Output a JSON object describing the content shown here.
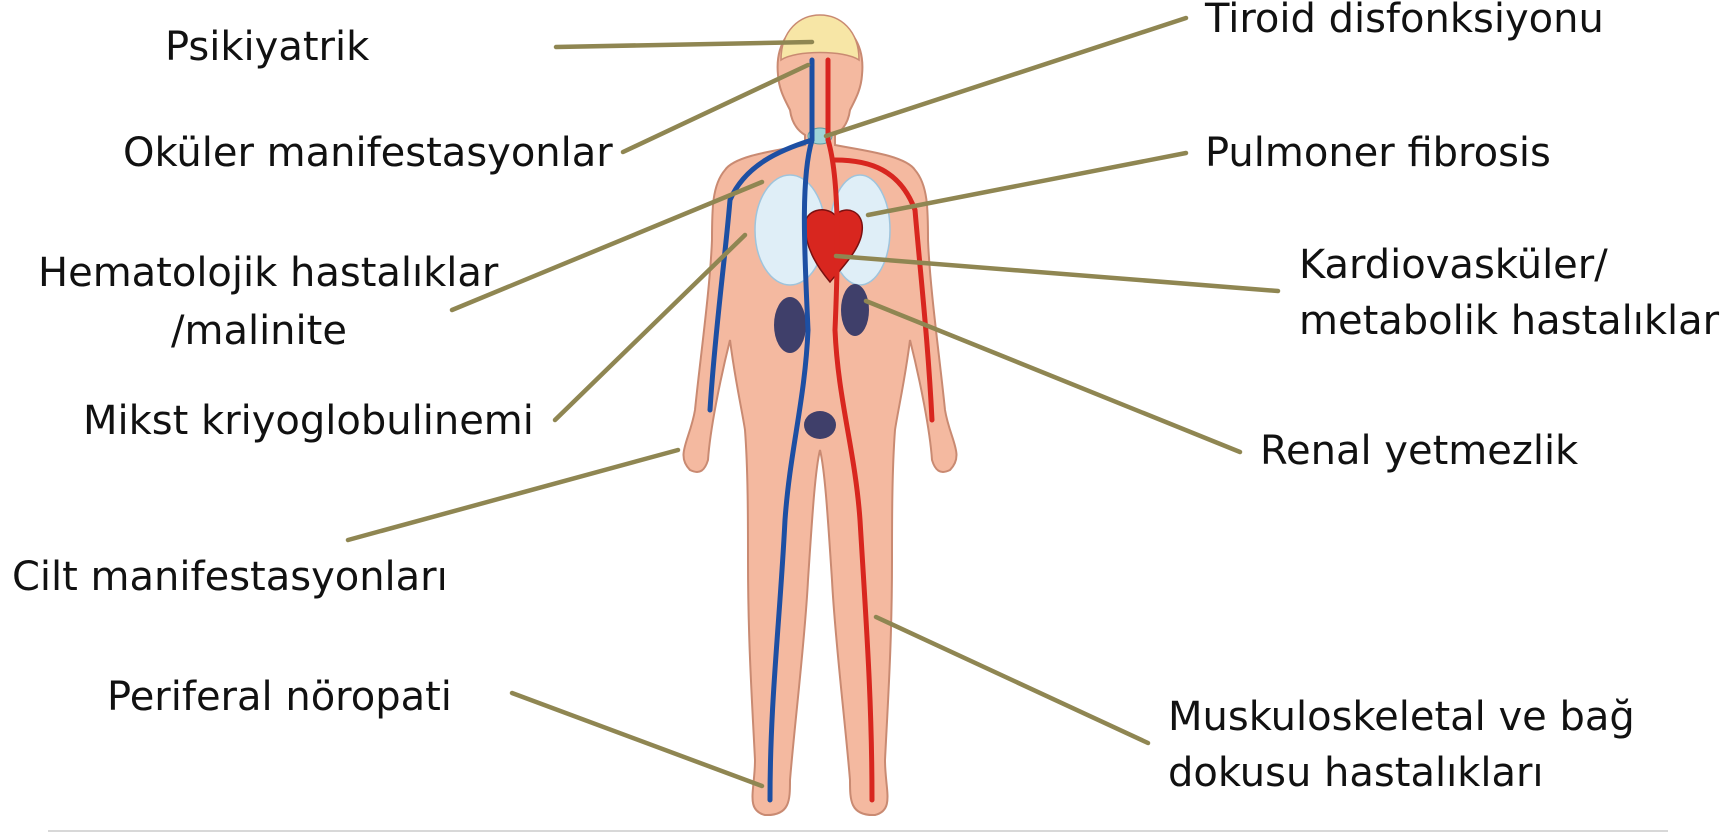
{
  "colors": {
    "leader_line": "#8f8652",
    "skin": "#f4b9a0",
    "skin_outline": "#c98a72",
    "brain": "#f7e6a6",
    "artery": "#d8261f",
    "vein": "#1d4fa3",
    "lung": "#dfeef7",
    "organ_dark": "#3f3f6a",
    "text": "#111111"
  },
  "labels": {
    "psychiatric": "Psikiyatrik",
    "ocular": "Oküler manifestasyonlar",
    "hematologic_1": "Hematolojik hastalıklar",
    "hematologic_2": "/malinite",
    "cryoglobulinemia": "Mikst kriyoglobulinemi",
    "skin": "Cilt manifestasyonları",
    "neuropathy": "Periferal nöropati",
    "thyroid": "Tiroid disfonksiyonu",
    "pulmonary": "Pulmoner fibrosis",
    "cardio_1": "Kardiovasküler/",
    "cardio_2": "metabolik hastalıklar",
    "renal": "Renal yetmezlik",
    "musculo_1": "Muskuloskeletal ve bağ",
    "musculo_2": "dokusu hastalıkları"
  }
}
